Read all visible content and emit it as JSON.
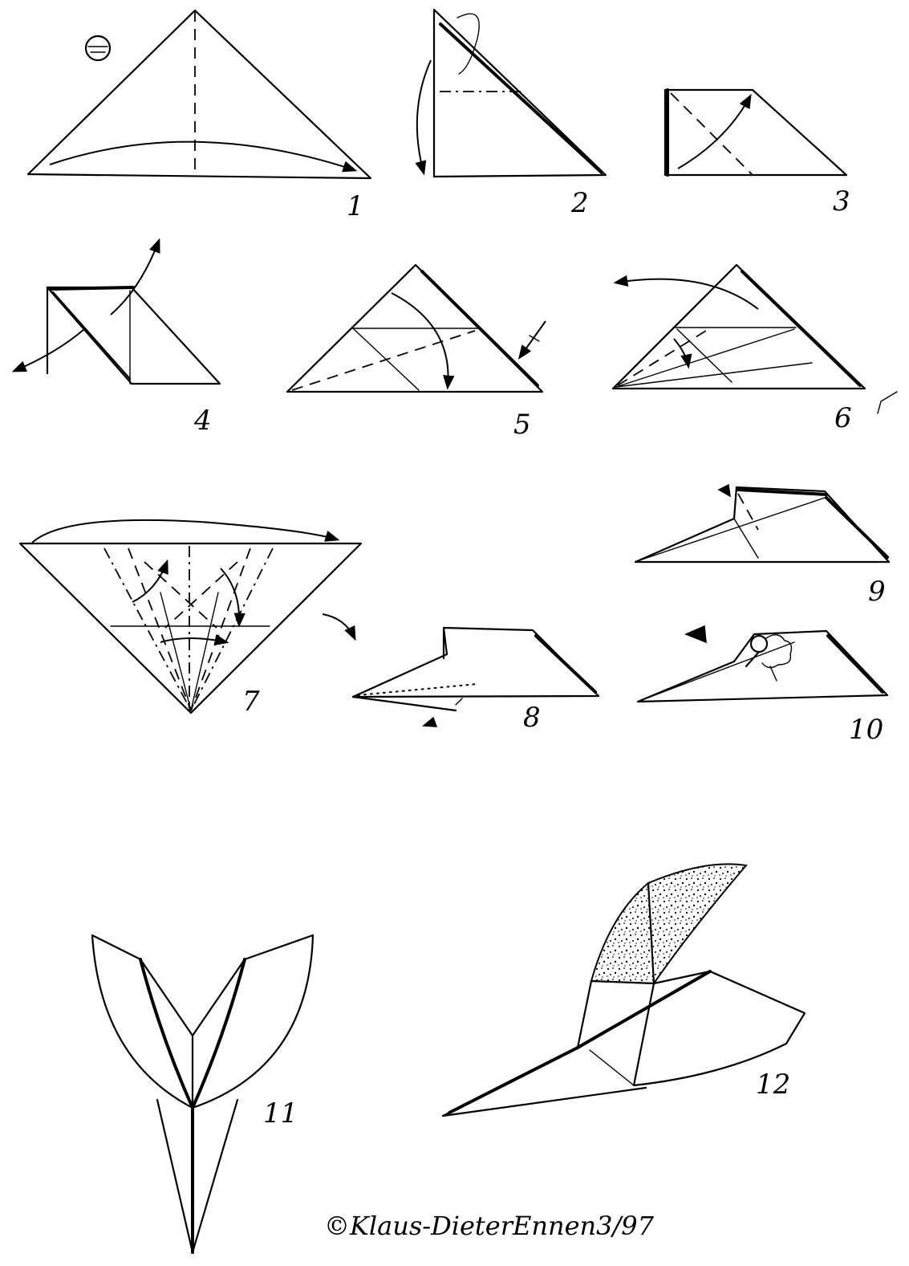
{
  "steps": [
    {
      "number": "1"
    },
    {
      "number": "2"
    },
    {
      "number": "3"
    },
    {
      "number": "4"
    },
    {
      "number": "5"
    },
    {
      "number": "6"
    },
    {
      "number": "7"
    },
    {
      "number": "8"
    },
    {
      "number": "9"
    },
    {
      "number": "10"
    },
    {
      "number": "11"
    },
    {
      "number": "12"
    }
  ],
  "credit": "©Klaus-DieterEnnen3/97",
  "icons": {
    "flip_symbol": "turn-over-icon",
    "view_symbol": "view-direction-icon"
  }
}
